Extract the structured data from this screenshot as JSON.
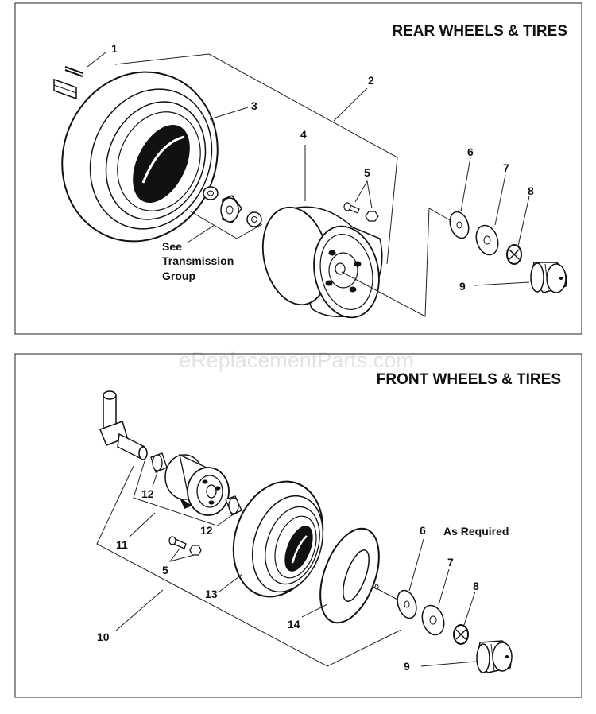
{
  "watermark": "eReplacementParts.com",
  "rear_panel": {
    "title": "REAR WHEELS & TIRES",
    "note_lines": [
      "See",
      "Transmission",
      "Group"
    ],
    "callouts": {
      "c1": "1",
      "c2": "2",
      "c3": "3",
      "c4": "4",
      "c5": "5",
      "c6": "6",
      "c7": "7",
      "c8": "8",
      "c9": "9"
    }
  },
  "front_panel": {
    "title": "FRONT WHEELS & TIRES",
    "note": "As Required",
    "callouts": {
      "c5": "5",
      "c6": "6",
      "c7": "7",
      "c8": "8",
      "c9": "9",
      "c10": "10",
      "c11": "11",
      "c12a": "12",
      "c12b": "12",
      "c13": "13",
      "c14": "14"
    }
  }
}
